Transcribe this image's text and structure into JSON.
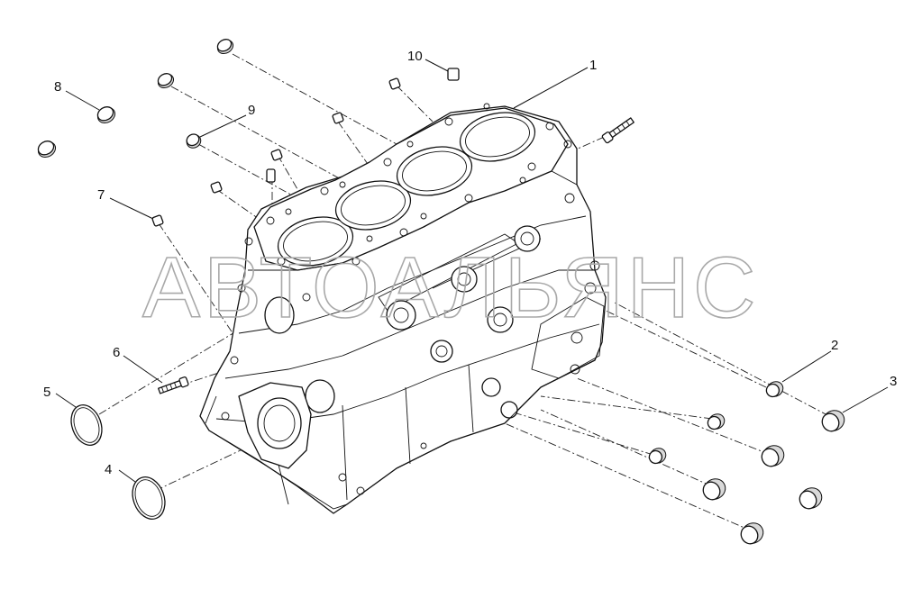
{
  "watermark": "АВТОАЛЬЯНС",
  "callouts": [
    {
      "id": "1",
      "label": "1"
    },
    {
      "id": "2",
      "label": "2"
    },
    {
      "id": "3",
      "label": "3"
    },
    {
      "id": "4",
      "label": "4"
    },
    {
      "id": "5",
      "label": "5"
    },
    {
      "id": "6",
      "label": "6"
    },
    {
      "id": "7",
      "label": "7"
    },
    {
      "id": "8",
      "label": "8"
    },
    {
      "id": "9",
      "label": "9"
    },
    {
      "id": "10",
      "label": "10"
    }
  ]
}
